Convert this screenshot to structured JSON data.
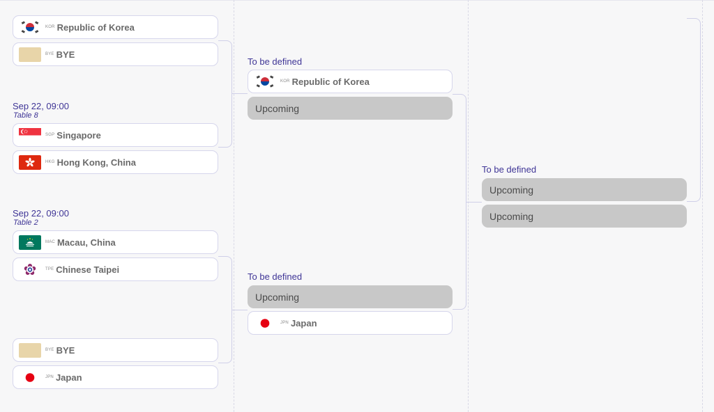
{
  "round1": {
    "match1": {
      "slot1": {
        "code": "KOR",
        "name": "Republic of Korea",
        "flag": "korea-flag-icon"
      },
      "slot2": {
        "code": "BYE",
        "name": "BYE",
        "flag": "bye-placeholder-icon"
      }
    },
    "match2": {
      "date": "Sep 22, 09:00",
      "table": "Table 8",
      "slot1": {
        "code": "SGP",
        "name": "Singapore",
        "flag": "singapore-flag-icon"
      },
      "slot2": {
        "code": "HKG",
        "name": "Hong Kong, China",
        "flag": "hong-kong-flag-icon"
      }
    },
    "match3": {
      "date": "Sep 22, 09:00",
      "table": "Table 2",
      "slot1": {
        "code": "MAC",
        "name": "Macau, China",
        "flag": "macau-flag-icon"
      },
      "slot2": {
        "code": "TPE",
        "name": "Chinese Taipei",
        "flag": "chinese-taipei-flag-icon"
      }
    },
    "match4": {
      "slot1": {
        "code": "BYE",
        "name": "BYE",
        "flag": "bye-placeholder-icon"
      },
      "slot2": {
        "code": "JPN",
        "name": "Japan",
        "flag": "japan-flag-icon"
      }
    }
  },
  "round2": {
    "match1": {
      "title": "To be defined",
      "slot1": {
        "code": "KOR",
        "name": "Republic of Korea",
        "flag": "korea-flag-icon"
      },
      "slot2": {
        "label": "Upcoming"
      }
    },
    "match2": {
      "title": "To be defined",
      "slot1": {
        "label": "Upcoming"
      },
      "slot2": {
        "code": "JPN",
        "name": "Japan",
        "flag": "japan-flag-icon"
      }
    }
  },
  "round3": {
    "match1": {
      "title": "To be defined",
      "slot1": {
        "label": "Upcoming"
      },
      "slot2": {
        "label": "Upcoming"
      }
    }
  },
  "colors": {
    "accent": "#3f3596",
    "slot_border": "#d6d6ec",
    "upcoming_bg": "#c8c8c8",
    "bye_placeholder": "#e8d5a9"
  }
}
